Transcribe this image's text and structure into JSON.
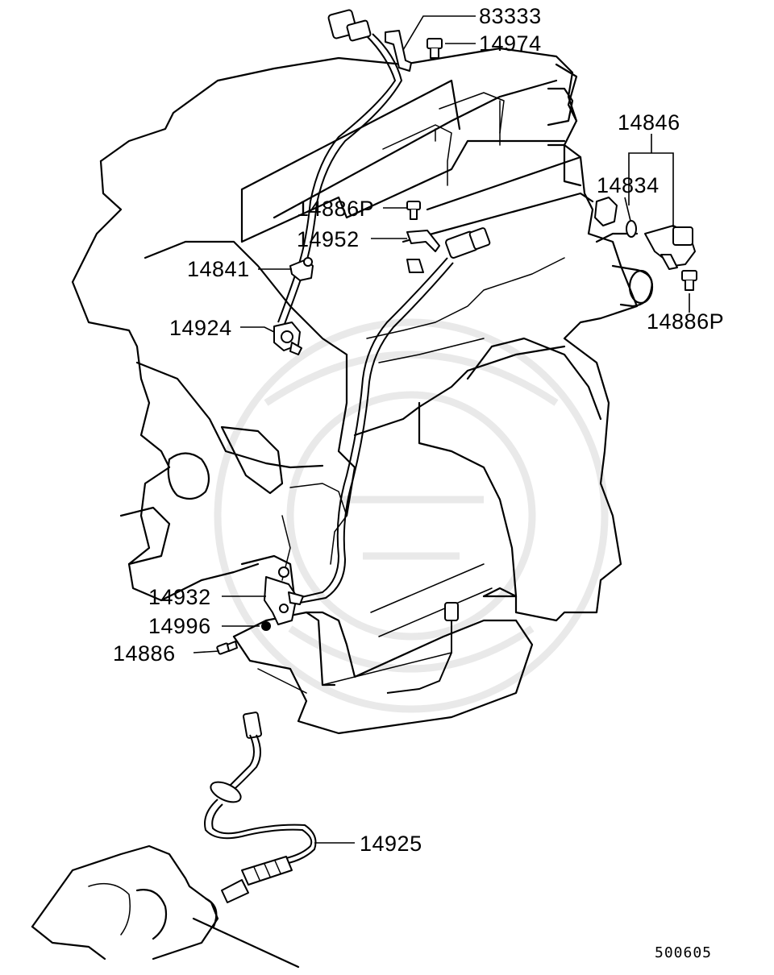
{
  "diagram": {
    "id_code": "500605",
    "parts": [
      {
        "number": "83333",
        "name": "harness-bracket"
      },
      {
        "number": "14974",
        "name": "bolt"
      },
      {
        "number": "14846",
        "name": "camshaft-position-sensor-assembly"
      },
      {
        "number": "14834",
        "name": "o-ring"
      },
      {
        "number": "14886P",
        "name": "bolt"
      },
      {
        "number": "14952",
        "name": "bracket"
      },
      {
        "number": "14841",
        "name": "clamp"
      },
      {
        "number": "14924",
        "name": "knock-sensor"
      },
      {
        "number": "14886P",
        "name": "bolt"
      },
      {
        "number": "14932",
        "name": "crankshaft-position-sensor"
      },
      {
        "number": "14996",
        "name": "spacer"
      },
      {
        "number": "14886",
        "name": "bolt"
      },
      {
        "number": "14925",
        "name": "oxygen-sensor"
      }
    ]
  },
  "colors": {
    "line": "#000000",
    "background": "#ffffff",
    "watermark": "#e9e9e9"
  }
}
